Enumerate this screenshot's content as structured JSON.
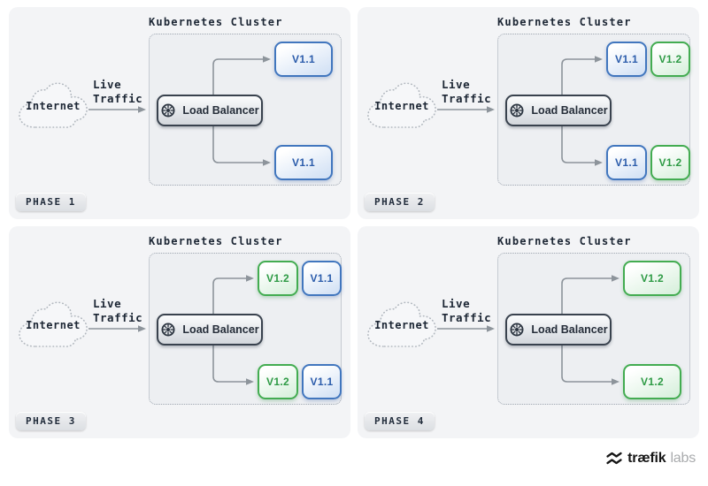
{
  "shared": {
    "cluster_label": "Kubernetes Cluster",
    "internet_label": "Internet",
    "traffic_lines": [
      "Live",
      "Traffic"
    ],
    "load_balancer_label": "Load Balancer"
  },
  "panels": [
    {
      "phase_label": "PHASE 1",
      "top": [
        {
          "label": "V1.1",
          "variant": "blue"
        }
      ],
      "bottom": [
        {
          "label": "V1.1",
          "variant": "blue"
        }
      ]
    },
    {
      "phase_label": "PHASE 2",
      "top": [
        {
          "label": "V1.1",
          "variant": "blue"
        },
        {
          "label": "V1.2",
          "variant": "green"
        }
      ],
      "bottom": [
        {
          "label": "V1.1",
          "variant": "blue"
        },
        {
          "label": "V1.2",
          "variant": "green"
        }
      ]
    },
    {
      "phase_label": "PHASE 3",
      "top": [
        {
          "label": "V1.2",
          "variant": "green"
        },
        {
          "label": "V1.1",
          "variant": "blue"
        }
      ],
      "bottom": [
        {
          "label": "V1.2",
          "variant": "green"
        },
        {
          "label": "V1.1",
          "variant": "blue"
        }
      ]
    },
    {
      "phase_label": "PHASE 4",
      "top": [
        {
          "label": "V1.2",
          "variant": "green"
        }
      ],
      "bottom": [
        {
          "label": "V1.2",
          "variant": "green"
        }
      ]
    }
  ],
  "footer": {
    "brand_bold": "træfik",
    "brand_light": "labs"
  },
  "icons": [
    "traefik-logo-icon",
    "load-balancer-wheel-icon",
    "internet-cloud-shape"
  ],
  "colors": {
    "panel_bg": "#f3f4f6",
    "cluster_bg": "#edeff2",
    "version_blue_border": "#4176be",
    "version_blue_text": "#2b5cab",
    "version_green_border": "#43ac51",
    "version_green_text": "#2d9a44",
    "load_balancer_border": "#39424e",
    "arrow": "#8d949b"
  }
}
